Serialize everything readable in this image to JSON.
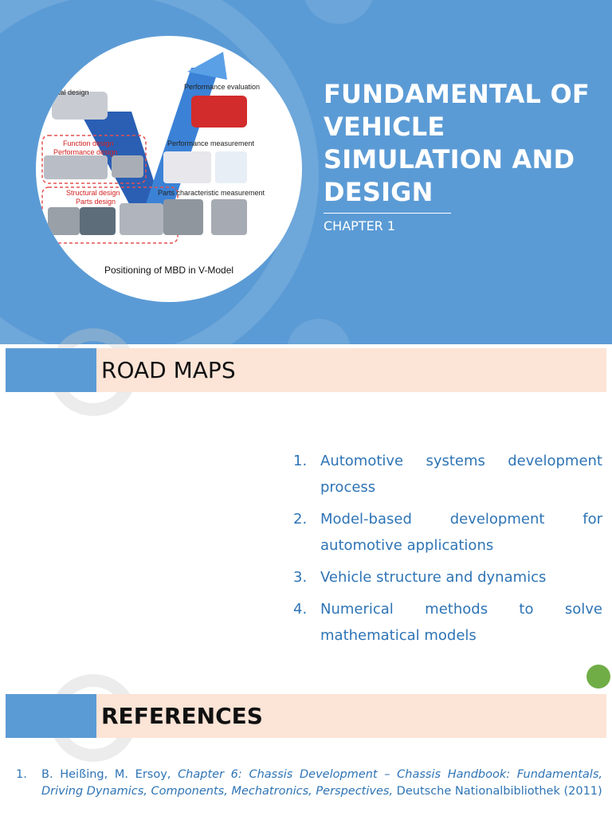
{
  "title_slide": {
    "title": "FUNDAMENTAL OF VEHICLE SIMULATION AND DESIGN",
    "subtitle": "CHAPTER 1",
    "figure": {
      "labels": {
        "conceptual": "ptual design",
        "performance_eval": "Performance evaluation",
        "function": "Function design",
        "performance_design": "Performance design",
        "performance_measure": "Performance measurement",
        "structural": "Structural design",
        "parts": "Parts design",
        "parts_char": "Parts characteristic measurement"
      },
      "caption": "Positioning of MBD in V-Model"
    }
  },
  "roadmap": {
    "heading": "ROAD MAPS",
    "items": [
      {
        "num": "1.",
        "text": "Automotive systems development process"
      },
      {
        "num": "2.",
        "text": "Model-based development for automotive applications"
      },
      {
        "num": "3.",
        "text": "Vehicle structure and dynamics"
      },
      {
        "num": "4.",
        "text": "Numerical methods to solve mathematical models"
      }
    ]
  },
  "references": {
    "heading": "REFERENCES",
    "items": [
      {
        "num": "1.",
        "authors": "B. Heißing, M. Ersoy,",
        "title": "Chapter 6: Chassis Development – Chassis Handbook: Fundamentals, Driving Dynamics, Components, Mechatronics, Perspectives,",
        "publisher": "Deutsche Nationalbibliothek (2011)"
      }
    ]
  },
  "colors": {
    "primary_blue": "#5b9bd5",
    "band_peach": "#fce4d6",
    "text_blue": "#2e74b5",
    "accent_green": "#70ad47"
  }
}
